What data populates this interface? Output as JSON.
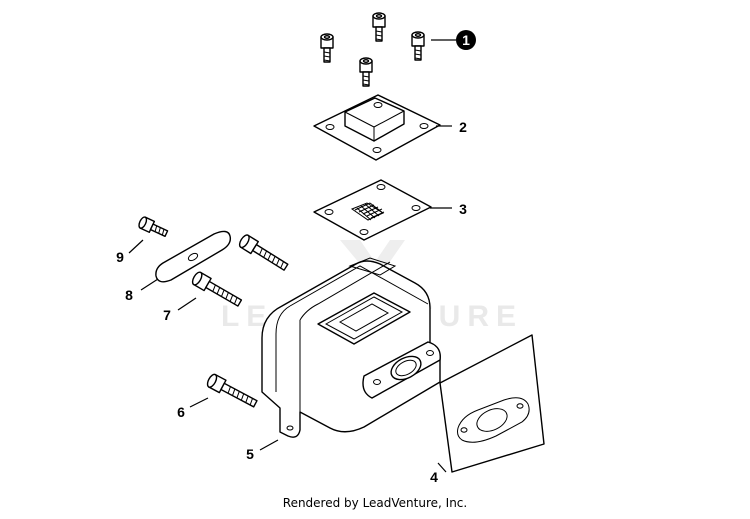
{
  "diagram": {
    "callouts": [
      {
        "id": "callout-1",
        "label": "1"
      },
      {
        "id": "callout-2",
        "label": "2"
      },
      {
        "id": "callout-3",
        "label": "3"
      },
      {
        "id": "callout-4",
        "label": "4"
      },
      {
        "id": "callout-5",
        "label": "5"
      },
      {
        "id": "callout-6",
        "label": "6"
      },
      {
        "id": "callout-7",
        "label": "7"
      },
      {
        "id": "callout-8",
        "label": "8"
      },
      {
        "id": "callout-9",
        "label": "9"
      }
    ]
  },
  "watermark": {
    "text": "LEADVENTURE"
  },
  "footer": {
    "text": "Rendered by LeadVenture, Inc."
  }
}
